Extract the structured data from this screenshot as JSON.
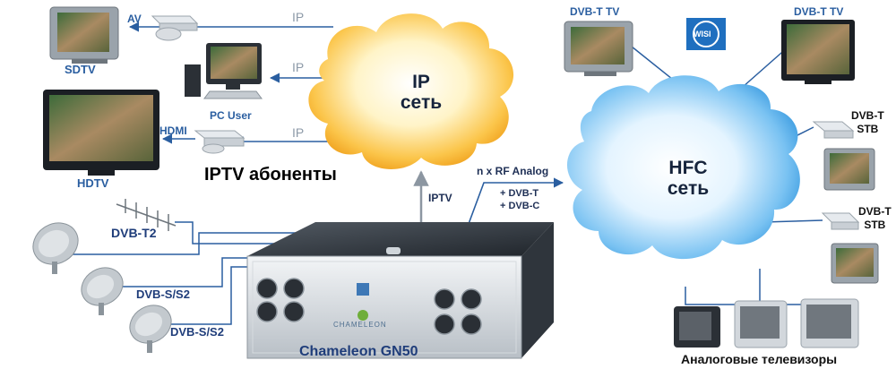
{
  "ip_cloud": {
    "line1": "IP",
    "line2": "сеть"
  },
  "hfc_cloud": {
    "line1": "HFC",
    "line2": "сеть"
  },
  "left_devices": {
    "sdtv": "SDTV",
    "av": "AV",
    "pc_user": "PC User",
    "hdmi": "HDMI",
    "hdtv": "HDTV",
    "ip_links": [
      "IP",
      "IP",
      "IP"
    ],
    "subscribers_title": "IPTV абоненты"
  },
  "headend": {
    "name": "Chameleon GN50",
    "iptv_uplink": "IPTV",
    "rf_output": "n x RF Analog",
    "rf_extras": [
      "+ DVB-T",
      "+ DVB-C"
    ],
    "panel_brand": "CHAMELEON"
  },
  "inputs": {
    "dvb_t2": "DVB-T2",
    "dvb_s2_a": "DVB-S/S2",
    "dvb_s2_b": "DVB-S/S2"
  },
  "right_devices": {
    "dvbt_tv_left": "DVB-T TV",
    "dvbt_tv_right": "DVB-T TV",
    "wisi_logo": "WISI",
    "stb_1": {
      "line1": "DVB-T",
      "line2": "STB"
    },
    "stb_2": {
      "line1": "DVB-T",
      "line2": "STB"
    },
    "analog_tvs": "Аналоговые телевизоры"
  },
  "icons": [
    "flat-tv-icon",
    "crt-tv-icon",
    "set-top-box-icon",
    "desktop-pc-icon",
    "satellite-dish-icon",
    "antenna-icon",
    "cloud-icon",
    "rack-device-icon"
  ],
  "colors": {
    "link_blue": "#2a5ea0",
    "ip_cloud_orange": "#f6a623",
    "hfc_cloud_blue": "#4aa7ea",
    "label_navy": "#1f3d7a"
  }
}
